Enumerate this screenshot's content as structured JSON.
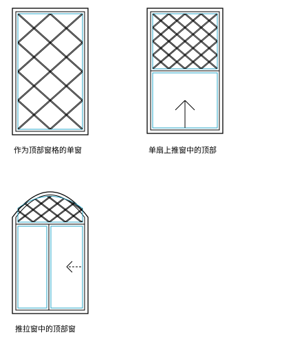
{
  "captions": {
    "window1": "作为顶部窗格的单窗",
    "window2": "单扇上推窗中的顶部",
    "window3": "推拉窗中的顶部窗"
  },
  "colors": {
    "outline": "#000000",
    "glass_edge": "#2aa7c9",
    "background": "#ffffff"
  },
  "icons": {
    "window2_arrow": "arrow-up-icon",
    "window3_arrow": "dashed-arrow-left-icon"
  }
}
